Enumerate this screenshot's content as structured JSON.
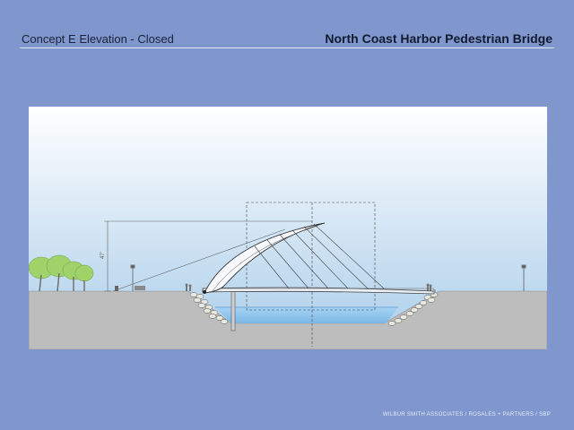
{
  "header": {
    "subtitle": "Concept E Elevation - Closed",
    "title": "North Coast Harbor Pedestrian Bridge"
  },
  "drawing": {
    "dimension_label": "47'"
  },
  "footer": {
    "credits": "WILBUR SMITH ASSOCIATES / ROSALES + PARTNERS / SBP"
  },
  "colors": {
    "page_background": "#7f97cc",
    "sky_top": "#ffffff",
    "sky_bottom": "#a9cdea",
    "ground": "#bdbdbd",
    "water": "#8fc3ea",
    "trees": "#9fd36a"
  }
}
